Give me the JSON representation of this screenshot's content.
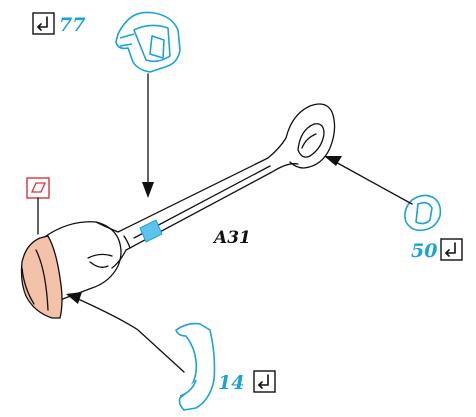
{
  "diagram": {
    "assembly_label": "A31",
    "parts": [
      {
        "number": "77",
        "icon": "return-arrow-icon"
      },
      {
        "number": "50",
        "icon": "return-arrow-icon"
      },
      {
        "number": "14",
        "icon": "return-arrow-icon"
      }
    ],
    "colors": {
      "callout_blue": "#1aa3d6",
      "highlight_salmon": "#f3c2a8",
      "outline": "#111111",
      "marker_red": "#d9333c"
    }
  }
}
